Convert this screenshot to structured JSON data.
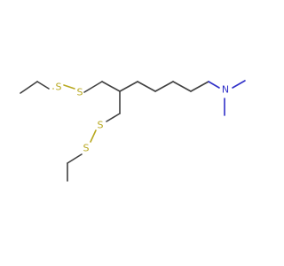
{
  "molecule": {
    "atoms": [
      {
        "id": "s1",
        "label": "S",
        "color": "#b8a820"
      },
      {
        "id": "s2",
        "label": "S",
        "color": "#b8a820"
      },
      {
        "id": "s3",
        "label": "S",
        "color": "#b8a820"
      },
      {
        "id": "s4",
        "label": "S",
        "color": "#b8a820"
      },
      {
        "id": "n1",
        "label": "N",
        "color": "#3030c8"
      }
    ],
    "bond_color": "#404040"
  }
}
